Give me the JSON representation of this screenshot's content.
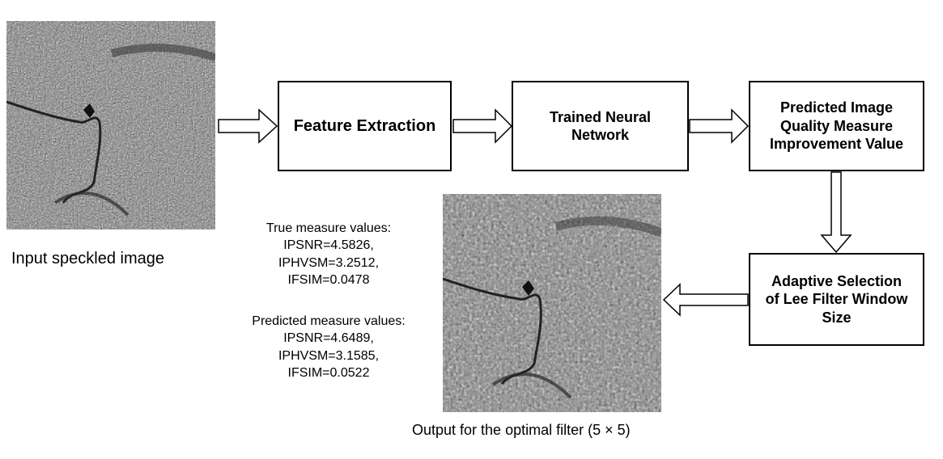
{
  "input_image": {
    "caption": "Input speckled image"
  },
  "boxes": {
    "feature_extraction": "Feature Extraction",
    "trained_network": [
      "Trained Neural",
      "Network"
    ],
    "predicted_value": [
      "Predicted Image",
      "Quality Measure",
      "Improvement Value"
    ],
    "adaptive_selection": [
      "Adaptive Selection",
      "of Lee Filter Window",
      "Size"
    ]
  },
  "output_image": {
    "caption": "Output for the optimal filter (5 × 5)"
  },
  "true_measures": {
    "heading": "True measure values:",
    "ipsnr": "IPSNR=4.5826,",
    "iphvsm": "IPHVSM=3.2512,",
    "ifsim": "IFSIM=0.0478"
  },
  "predicted_measures": {
    "heading": "Predicted measure values:",
    "ipsnr": "IPSNR=4.6489,",
    "iphvsm": "IPHVSM=3.1585,",
    "ifsim": "IFSIM=0.0522"
  }
}
